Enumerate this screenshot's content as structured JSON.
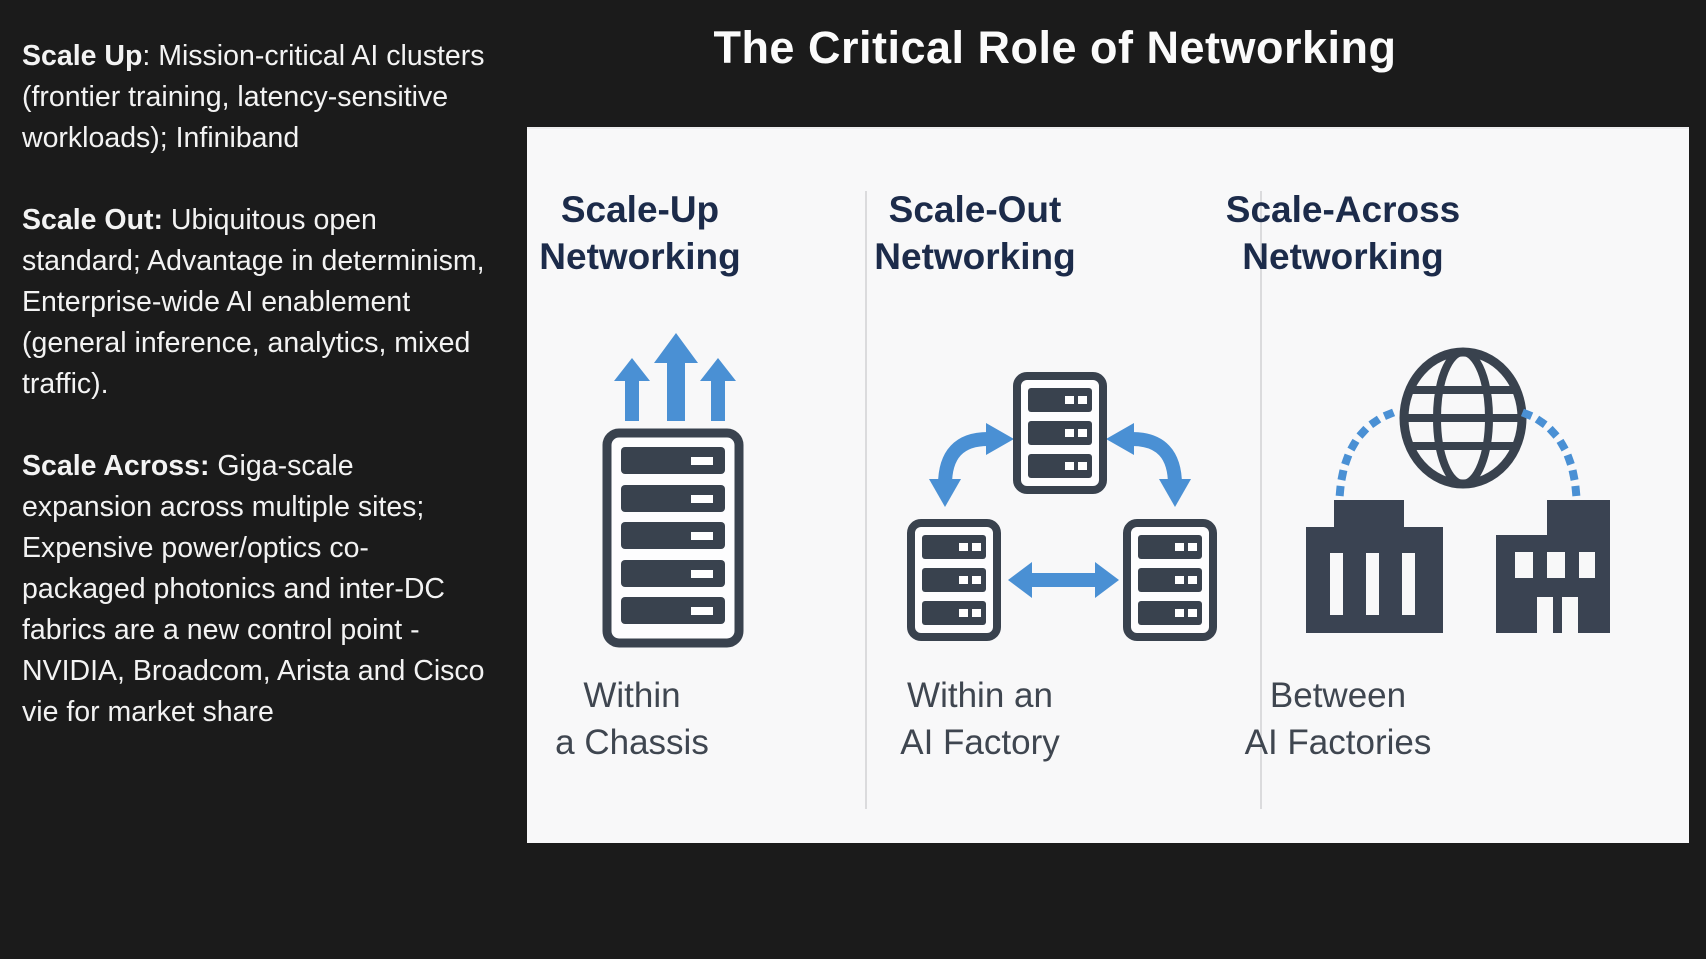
{
  "slide": {
    "title": "The Critical Role of Networking"
  },
  "notes": [
    {
      "lead": "Scale Up",
      "body": ": Mission-critical AI clusters (frontier training, latency-sensitive workloads); Infiniband"
    },
    {
      "lead": "Scale Out:",
      "body": " Ubiquitous open standard; Advantage in determinism, Enterprise-wide AI enablement (general inference, analytics, mixed traffic)."
    },
    {
      "lead": "Scale Across:",
      "body": "  Giga-scale expansion across multiple sites; Expensive power/optics co-packaged photonics and inter-DC fabrics  are a new control point - NVIDIA, Broadcom, Arista and Cisco vie for market share"
    }
  ],
  "columns": [
    {
      "heading_lines": [
        "Scale-Up",
        "Networking"
      ],
      "caption_lines": [
        "Within",
        "a Chassis"
      ],
      "icon": "server-rack-up-arrows-icon"
    },
    {
      "heading_lines": [
        "Scale-Out",
        "Networking"
      ],
      "caption_lines": [
        "Within an",
        "AI Factory"
      ],
      "icon": "server-cluster-cycle-arrows-icon"
    },
    {
      "heading_lines": [
        "Scale-Across",
        "Networking"
      ],
      "caption_lines": [
        "Between",
        "AI Factories"
      ],
      "icon": "globe-linked-buildings-icon"
    }
  ],
  "colors": {
    "background": "#1b1b1b",
    "panel": "#f8f8f9",
    "heading_navy": "#1c2b4a",
    "caption_gray": "#3f4650",
    "icon_slate": "#39424e",
    "accent_blue": "#4a90d4",
    "divider": "#dbdbdd",
    "text_white": "#f3f3f3"
  }
}
